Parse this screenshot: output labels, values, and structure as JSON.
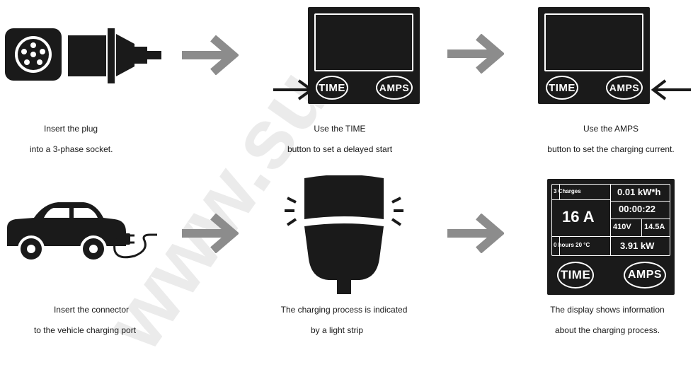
{
  "steps": {
    "plug": {
      "line1": "Insert the plug",
      "line2": "into a 3-phase socket."
    },
    "time": {
      "line1": "Use the TIME",
      "line2": "button to set a delayed start"
    },
    "amps": {
      "line1": "Use the AMPS",
      "line2": "button to set the charging current."
    },
    "connector": {
      "line1": "Insert the connector",
      "line2": "to the vehicle charging port"
    },
    "strip": {
      "line1": "The charging process is indicated",
      "line2": "by a light strip"
    },
    "display": {
      "line1": "The display shows information",
      "line2": "about the charging process."
    }
  },
  "buttons": {
    "time": "TIME",
    "amps": "AMPS"
  },
  "status_display": {
    "charges": "3 Charges",
    "energy": "0.01 kW*h",
    "current": "16 A",
    "elapsed": "00:00:22",
    "voltage": "410V",
    "amperage": "14.5A",
    "delay": "0 hours 20 °C",
    "power": "3.91 kW"
  },
  "watermark": "www.su",
  "colors": {
    "panel": "#1a1a1a",
    "arrow": "#8c8c8c",
    "ink": "#1a1a1a"
  }
}
